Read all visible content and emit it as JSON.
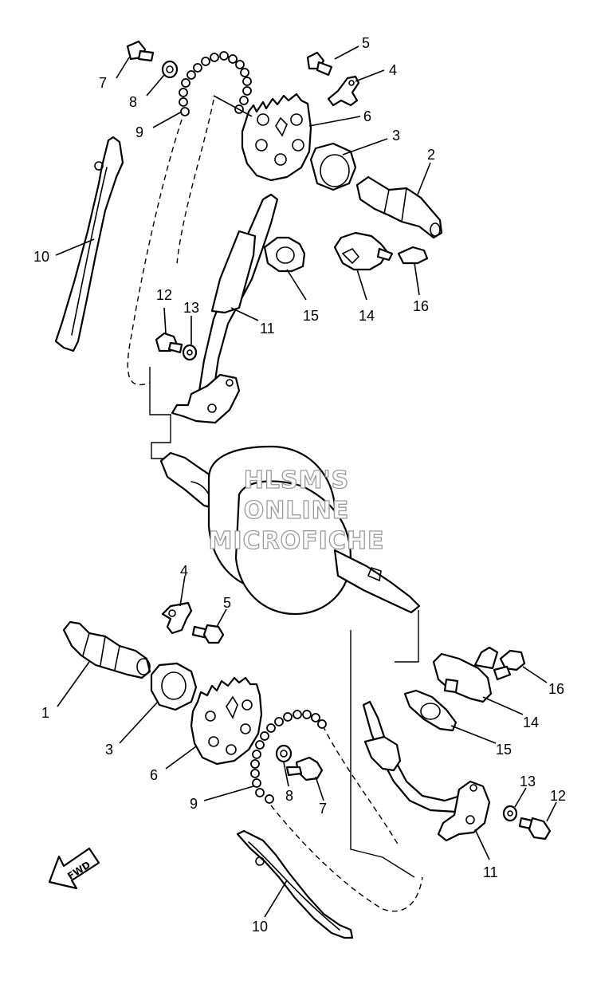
{
  "watermark": {
    "line1": "HLSM'S",
    "line2": "ONLINE",
    "line3": "MICROFICHE"
  },
  "direction_arrow": {
    "label": "FWD",
    "icon": "fwd-arrow-icon"
  },
  "upper_callouts": {
    "c7": "7",
    "c8": "8",
    "c9": "9",
    "c5": "5",
    "c4": "4",
    "c6": "6",
    "c3": "3",
    "c2": "2",
    "c10": "10",
    "c15": "15",
    "c14": "14",
    "c16": "16",
    "c12": "12",
    "c13": "13",
    "c11": "11"
  },
  "lower_callouts": {
    "c4": "4",
    "c5": "5",
    "c1": "1",
    "c3": "3",
    "c6": "6",
    "c9": "9",
    "c8": "8",
    "c7": "7",
    "c16": "16",
    "c14": "14",
    "c15": "15",
    "c13": "13",
    "c12": "12",
    "c11": "11",
    "c10": "10"
  }
}
